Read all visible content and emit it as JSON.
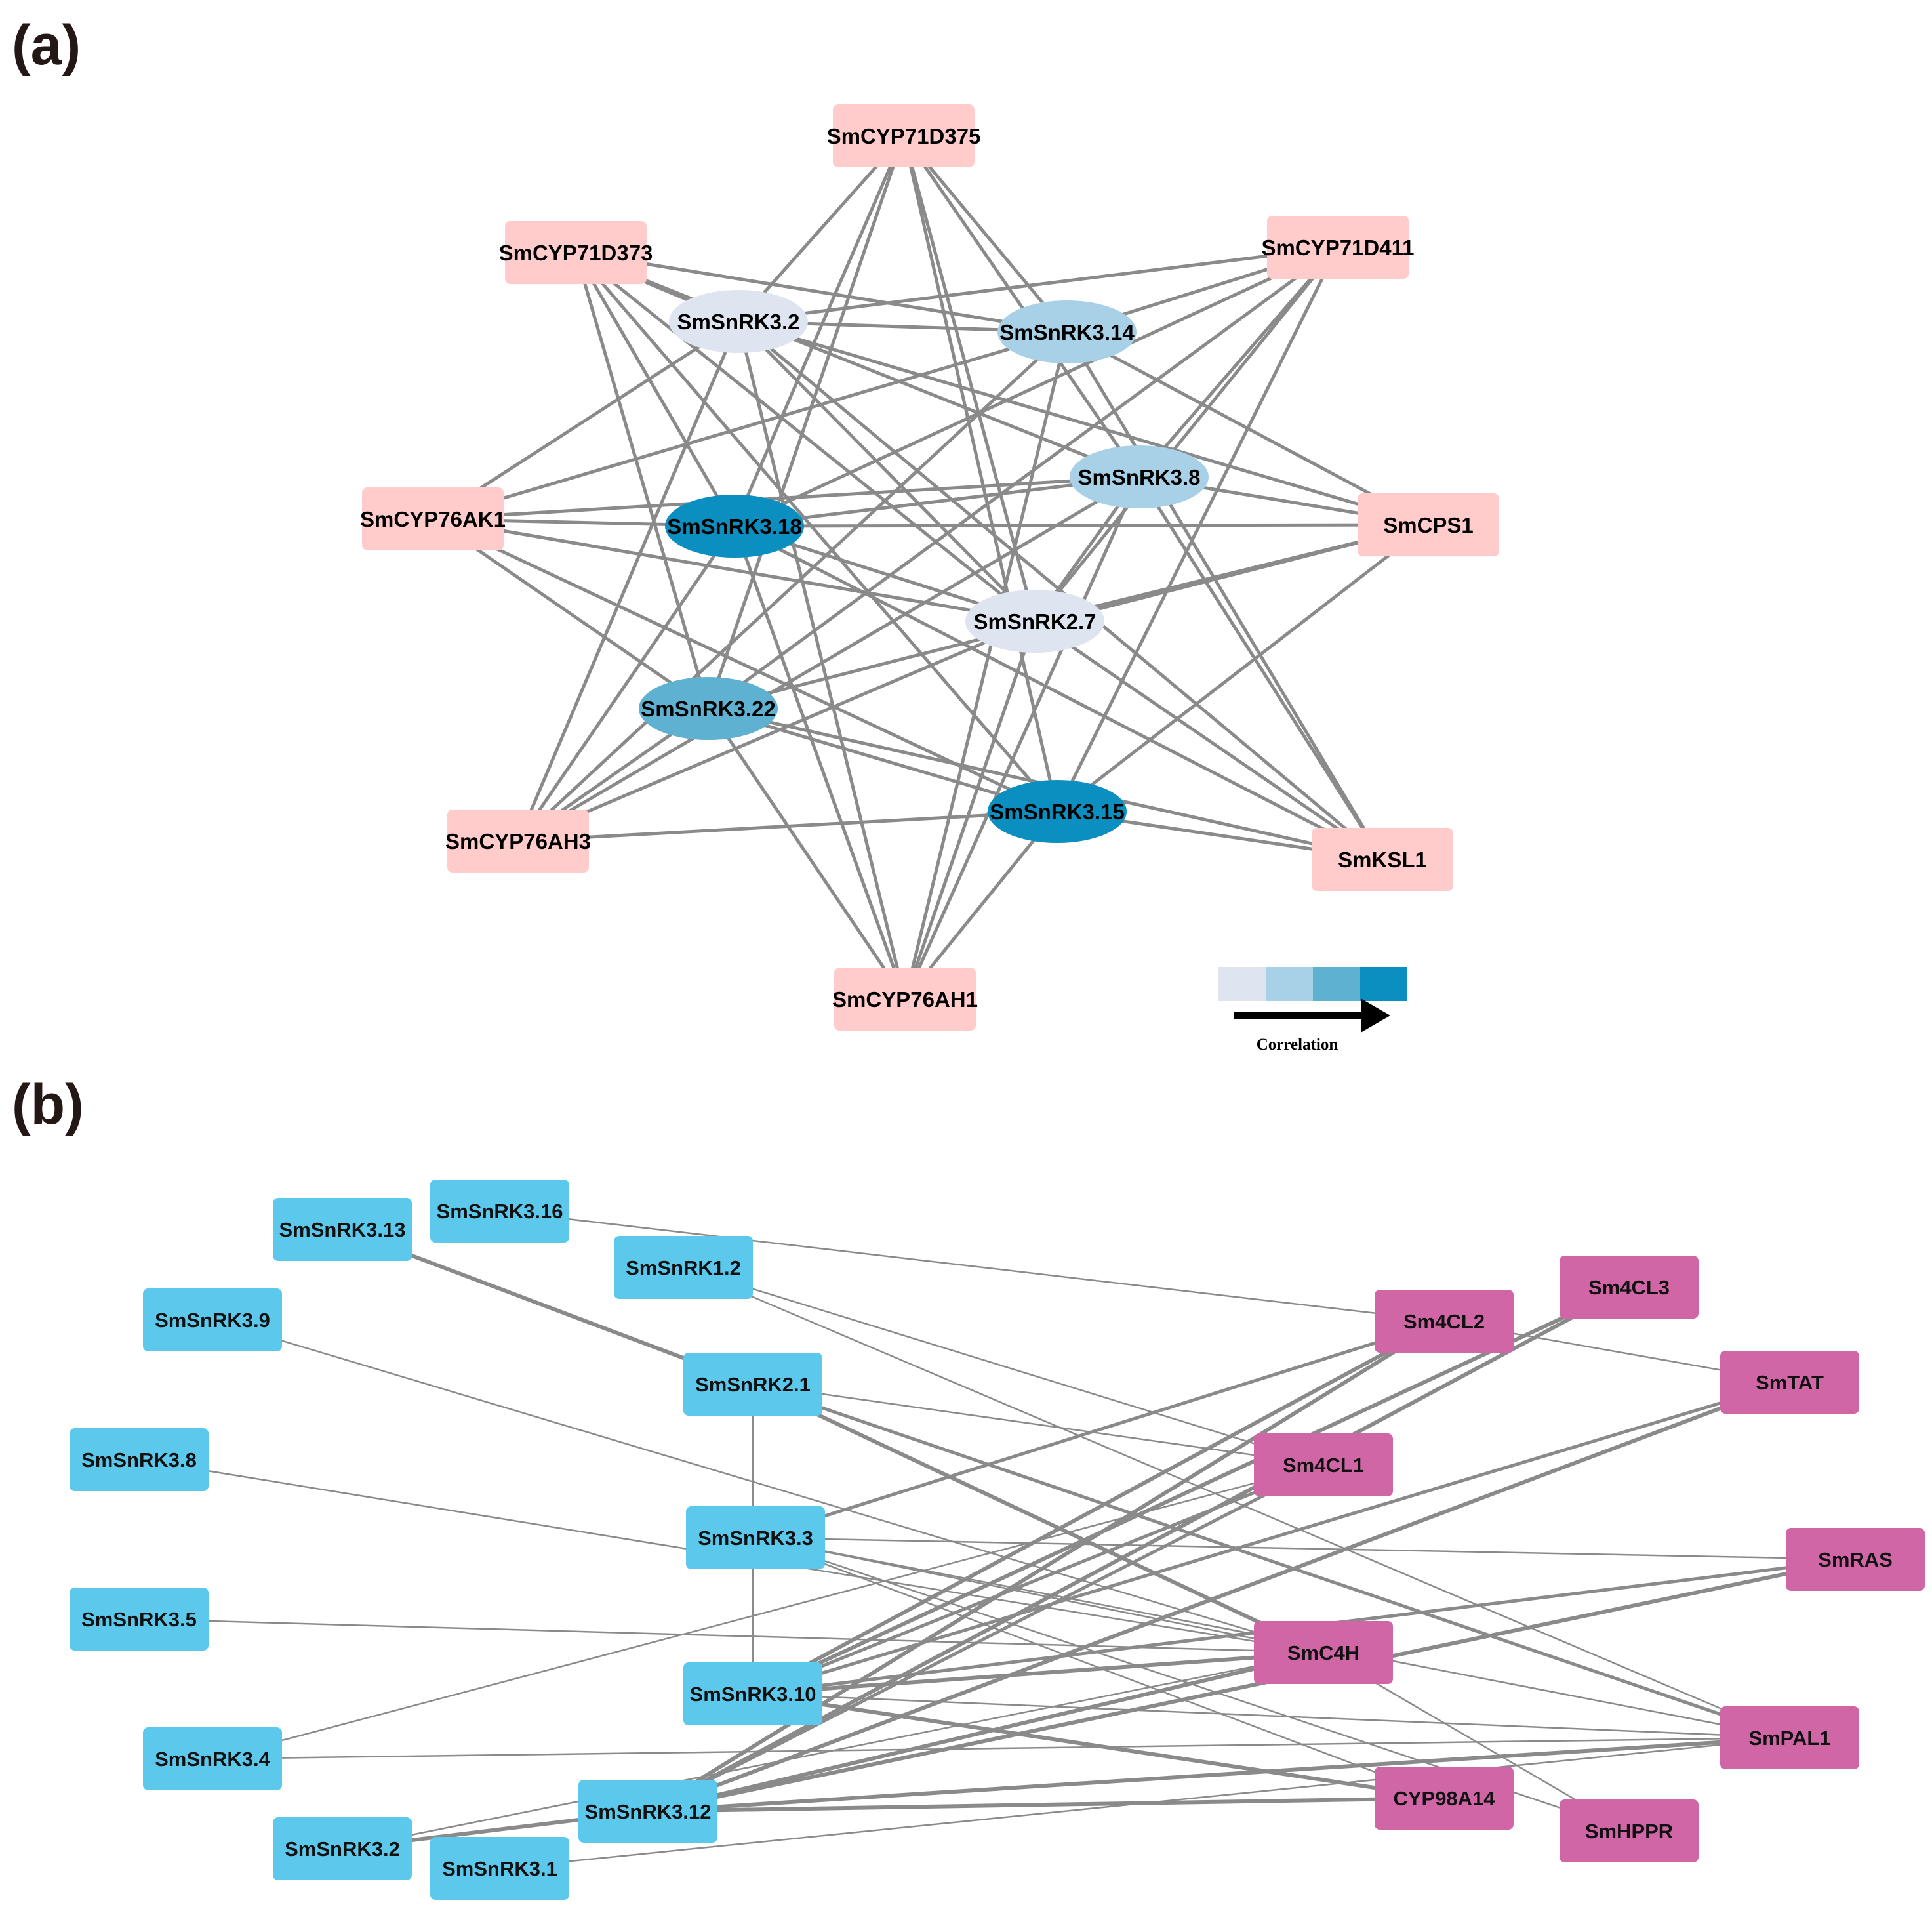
{
  "panel_a": {
    "label": "(a)",
    "rect_nodes": [
      {
        "id": "CYP71D375",
        "label": "SmCYP71D375"
      },
      {
        "id": "CYP71D373",
        "label": "SmCYP71D373"
      },
      {
        "id": "CYP71D411",
        "label": "SmCYP71D411"
      },
      {
        "id": "CYP76AK1",
        "label": "SmCYP76AK1"
      },
      {
        "id": "CPS1",
        "label": "SmCPS1"
      },
      {
        "id": "CYP76AH3",
        "label": "SmCYP76AH3"
      },
      {
        "id": "KSL1",
        "label": "SmKSL1"
      },
      {
        "id": "CYP76AH1",
        "label": "SmCYP76AH1"
      }
    ],
    "ellipse_nodes": [
      {
        "id": "S32",
        "label": "SmSnRK3.2",
        "color": "#dfe5f0"
      },
      {
        "id": "S314",
        "label": "SmSnRK3.14",
        "color": "#a8d0e6"
      },
      {
        "id": "S38",
        "label": "SmSnRK3.8",
        "color": "#a8d0e6"
      },
      {
        "id": "S318",
        "label": "SmSnRK3.18",
        "color": "#0b8fc0"
      },
      {
        "id": "S27",
        "label": "SmSnRK2.7",
        "color": "#dfe5f0"
      },
      {
        "id": "S322",
        "label": "SmSnRK3.22",
        "color": "#5fb1d2"
      },
      {
        "id": "S315",
        "label": "SmSnRK3.15",
        "color": "#0b8fc0"
      }
    ],
    "rect_color": "#ffcccb",
    "edge_color": "#8a8a8a",
    "legend": {
      "label": "Correlation",
      "colors": [
        "#dfe5f0",
        "#a8d0e6",
        "#5fb1d2",
        "#0b8fc0"
      ]
    }
  },
  "panel_b": {
    "label": "(b)",
    "blue_nodes": [
      {
        "id": "b313",
        "label": "SmSnRK3.13"
      },
      {
        "id": "b316",
        "label": "SmSnRK3.16"
      },
      {
        "id": "b12",
        "label": "SmSnRK1.2"
      },
      {
        "id": "b39",
        "label": "SmSnRK3.9"
      },
      {
        "id": "b21",
        "label": "SmSnRK2.1"
      },
      {
        "id": "b38",
        "label": "SmSnRK3.8"
      },
      {
        "id": "b33",
        "label": "SmSnRK3.3"
      },
      {
        "id": "b35",
        "label": "SmSnRK3.5"
      },
      {
        "id": "b310",
        "label": "SmSnRK3.10"
      },
      {
        "id": "b34",
        "label": "SmSnRK3.4"
      },
      {
        "id": "b312",
        "label": "SmSnRK3.12"
      },
      {
        "id": "b32",
        "label": "SmSnRK3.2"
      },
      {
        "id": "b31",
        "label": "SmSnRK3.1"
      }
    ],
    "pink_nodes": [
      {
        "id": "p4cl3",
        "label": "Sm4CL3"
      },
      {
        "id": "p4cl2",
        "label": "Sm4CL2"
      },
      {
        "id": "ptat",
        "label": "SmTAT"
      },
      {
        "id": "p4cl1",
        "label": "Sm4CL1"
      },
      {
        "id": "pras",
        "label": "SmRAS"
      },
      {
        "id": "pc4h",
        "label": "SmC4H"
      },
      {
        "id": "ppal1",
        "label": "SmPAL1"
      },
      {
        "id": "pcyp",
        "label": "CYP98A14"
      },
      {
        "id": "phppr",
        "label": "SmHPPR"
      }
    ],
    "blue_color": "#5bc8ec",
    "pink_color": "#d066a6",
    "edge_color": "#8a8a8a"
  }
}
